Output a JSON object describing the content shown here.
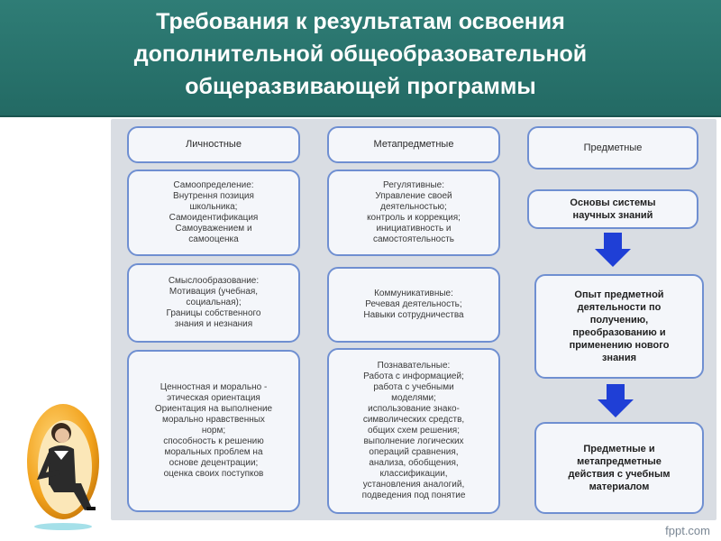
{
  "slide": {
    "title": "Требования к результатам освоения\nдополнительной общеобразовательной\nобщеразвивающей программы",
    "watermark": "fppt.com"
  },
  "columns": {
    "personal": {
      "header": "Личностные",
      "blocks": [
        "Самоопределение:\nВнутрення позиция\nшкольника;\nСамоидентификация\nСамоуважением и\nсамооценка",
        "Смыслообразование:\nМотивация (учебная,\nсоциальная);\nГраницы собственного\nзнания и незнания",
        "Ценностная и морально -\nэтическая ориентация\nОриентация на выполнение\nморально нравственных\nнорм;\nспособность к решению\nморальных проблем на\nоснове децентрации;\nоценка своих поступков"
      ]
    },
    "meta": {
      "header": "Метапредметные",
      "blocks": [
        "Регулятивные:\nУправление своей\nдеятельностью;\nконтроль и коррекция;\nинициативность и\nсамостоятельность",
        "Коммуникативные:\nРечевая деятельность;\nНавыки сотрудничества",
        "Познавательные:\nРабота с информацией;\nработа с учебными\nмоделями;\nиспользование знако-\nсимволических средств,\nобщих схем решения;\nвыполнение логических\nопераций сравнения,\nанализа, обобщения,\nклассификации,\nустановления аналогий,\nподведения под понятие"
      ]
    },
    "subject": {
      "header": "Предметные",
      "steps": [
        "Основы системы\nнаучных знаний",
        "Опыт предметной\nдеятельности по\nполучению,\nпреобразованию и\nприменению нового\nзнания",
        "Предметные и\nметапредметные\nдействия с учебным\nматериалом"
      ]
    }
  },
  "colors": {
    "header_bg": "#2a736d",
    "box_border": "#6f8fd1",
    "box_fill": "#f4f6fa",
    "arrow": "#1f3fd6",
    "panel_bg": "#d9dde3"
  }
}
